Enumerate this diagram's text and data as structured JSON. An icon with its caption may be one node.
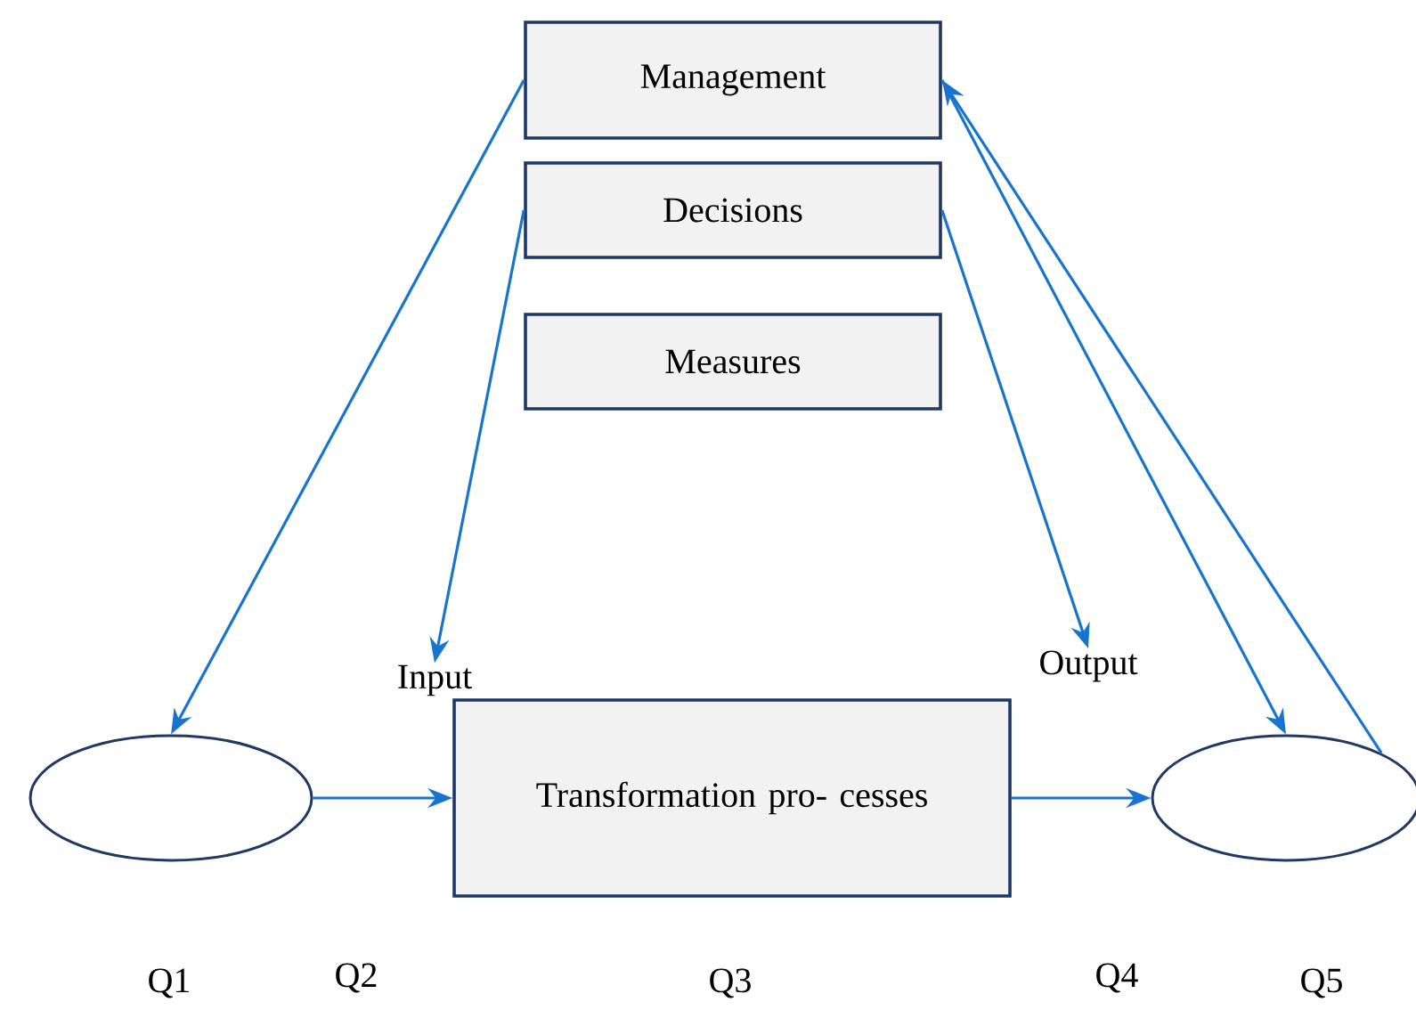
{
  "diagram": {
    "nodes": [
      {
        "text": [
          "Management"
        ]
      },
      {
        "text": [
          "Decisions"
        ]
      },
      {
        "text": [
          "Measures"
        ]
      },
      {
        "text": [
          "Transformation pro- cesses"
        ]
      },
      {
        "text": [],
        "shape": "circle"
      },
      {
        "text": [],
        "shape": "circle"
      },
      {
        "text": [
          "Input"
        ]
      },
      {
        "text": [
          "Output"
        ]
      }
    ],
    "edges": [
      {
        "from": 0,
        "to": 4,
        "arrow": "to"
      },
      {
        "from": 1,
        "to": 6,
        "arrow": "to"
      },
      {
        "from": 1,
        "to": 7,
        "arrow": "to"
      },
      {
        "from": 4,
        "to": 3,
        "arrow": "to"
      },
      {
        "from": 3,
        "to": 5,
        "arrow": "to"
      },
      {
        "from": 0,
        "to": 5,
        "arrow": "to"
      },
      {
        "from": 5,
        "to": 0,
        "arrow": "to"
      }
    ],
    "labels": [
      "Q1",
      "Q2",
      "Q3",
      "Q4",
      "Q5"
    ]
  }
}
